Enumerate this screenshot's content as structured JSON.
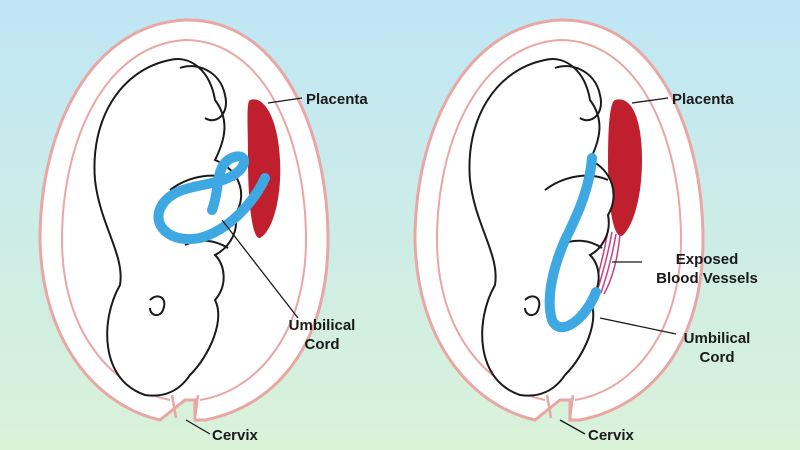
{
  "colors": {
    "background_top": "#bfe6f6",
    "background_bottom": "#daf2d8",
    "uterus_outline": "#e9a7a4",
    "uterus_fill": "#ffffff",
    "placenta": "#c0202d",
    "umbilical_cord": "#3ea8e3",
    "blood_vessels": "#c7417f",
    "fetus_outline": "#1a1a1a"
  },
  "left_panel": {
    "placenta_label": "Placenta",
    "cord_label_line1": "Umbilical",
    "cord_label_line2": "Cord",
    "cervix_label": "Cervix"
  },
  "right_panel": {
    "placenta_label": "Placenta",
    "vessels_label_line1": "Exposed",
    "vessels_label_line2": "Blood Vessels",
    "cord_label_line1": "Umbilical",
    "cord_label_line2": "Cord",
    "cervix_label": "Cervix"
  }
}
